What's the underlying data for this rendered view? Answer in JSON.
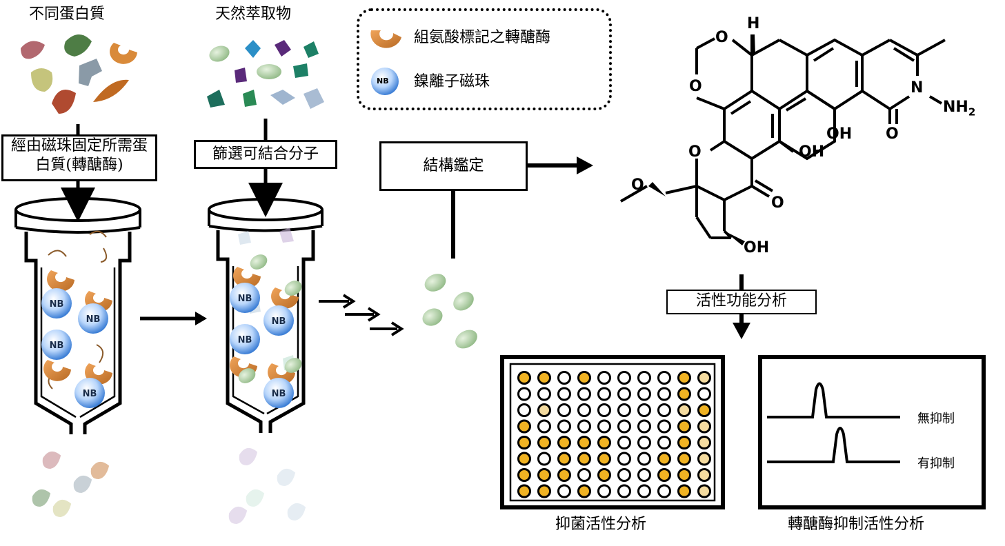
{
  "proteins_label": "不同蛋白質",
  "extract_label": "天然萃取物",
  "step1_line1": "經由磁珠固定所需蛋",
  "step1_line2": "白質(轉醣酶)",
  "step2": "篩選可結合分子",
  "structure_box": "結構鑑定",
  "function_box": "活性功能分析",
  "legend": {
    "enzyme_label": "組氨酸標記之轉醣酶",
    "bead_label": "鎳離子磁珠",
    "bead_text": "NB"
  },
  "bead_text": "NB",
  "molecule_atoms": {
    "H": "H",
    "O": "O",
    "N": "N",
    "NH2": "NH",
    "sub2": "2",
    "OH": "OH"
  },
  "plate_caption": "抑菌活性分析",
  "chromatogram": {
    "caption": "轉醣酶抑制活性分析",
    "no_inhibition": "無抑制",
    "inhibition": "有抑制"
  },
  "colors": {
    "enzyme": "#d98a3a",
    "bead": "#3d7fd6",
    "compound": "#a7c79a",
    "well_active": "#f0b323",
    "well_weak": "#f5dca0"
  },
  "plate_wells": [
    "yyoyooooyw",
    "ooooooooyo",
    "owoooooowy",
    "yoooooooyw",
    "yyyyyoooyw",
    "yoyyyooyyw",
    "yyyoyooyyw",
    "yyoyooooyw"
  ]
}
